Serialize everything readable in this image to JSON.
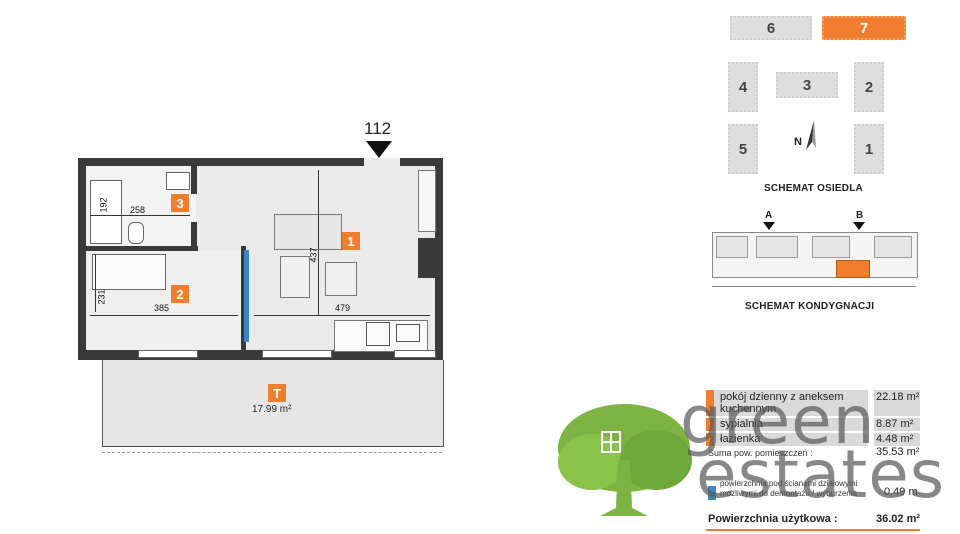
{
  "entrance_number": "112",
  "rooms": [
    {
      "num": "1",
      "label": "1"
    },
    {
      "num": "2",
      "label": "2"
    },
    {
      "num": "3",
      "label": "3"
    }
  ],
  "dimensions": {
    "d258": "258",
    "d192": "192",
    "d437": "437",
    "d231": "231",
    "d385": "385",
    "d479": "479"
  },
  "terrace": {
    "label": "T",
    "area": "17.99 m²"
  },
  "estate_schema": {
    "caption": "SCHEMAT OSIEDLA",
    "buildings": [
      "6",
      "7",
      "4",
      "3",
      "2",
      "5",
      "1"
    ],
    "highlight": "7",
    "compass": "N"
  },
  "floor_schema": {
    "caption": "SCHEMAT KONDYGNACJI",
    "markers": [
      "A",
      "B"
    ]
  },
  "area_table": {
    "rows": [
      {
        "name": "pokój dzienny z aneksem kuchennym",
        "area": "22.18 m²"
      },
      {
        "name": "sypialnia",
        "area": "8.87 m²"
      },
      {
        "name": "łazienka",
        "area": "4.48 m²"
      }
    ],
    "sum_label": "Suma pow. pomieszczeń :",
    "sum_value": "35.53 m²",
    "walls_note": "powierzchnia pod ścianami działowymi możliwymi do demontażu / wyburzenia",
    "walls_value": "0.49 m",
    "usable_label": "Powierzchnia użytkowa :",
    "usable_value": "36.02 m²"
  },
  "logo": {
    "line1": "green",
    "line2": "estates"
  },
  "colors": {
    "accent": "#f07d2e",
    "partition": "#3b86c6",
    "tree": "#7cb342"
  }
}
